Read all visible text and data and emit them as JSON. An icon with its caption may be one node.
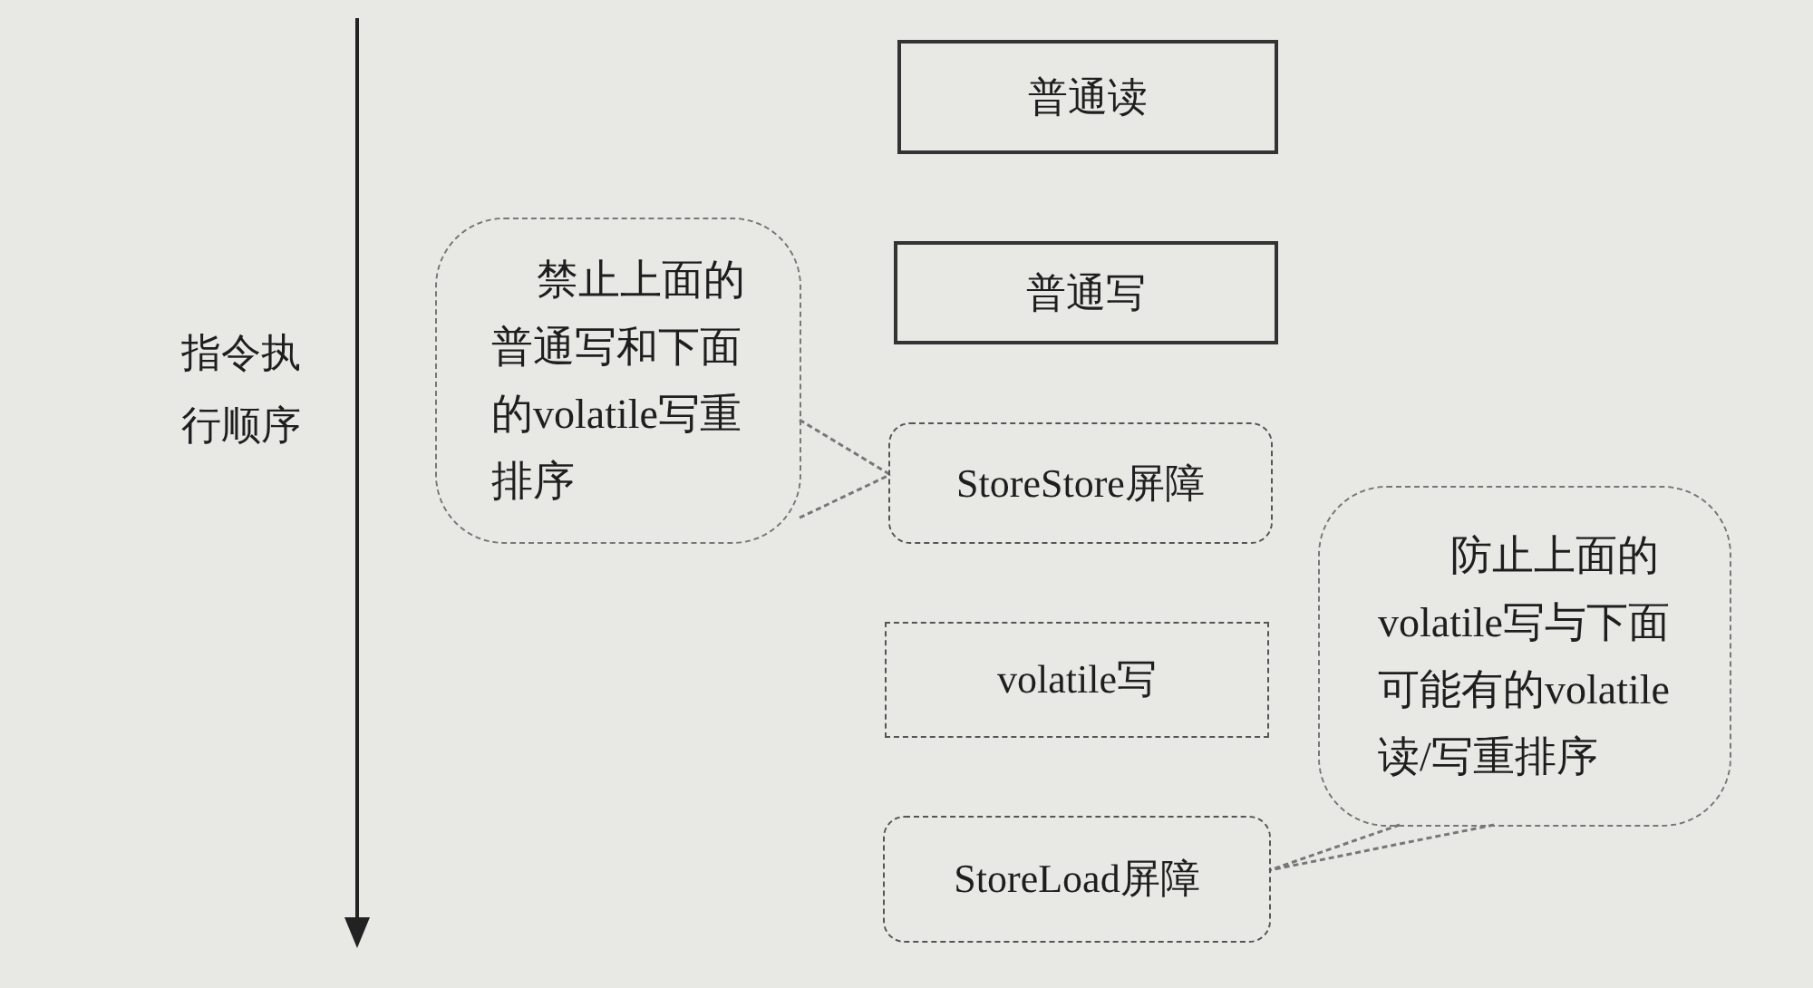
{
  "diagram": {
    "nodes": [
      {
        "text": [
          "普通读"
        ]
      },
      {
        "text": [
          "禁止上面的普通写和下面的volatile写重排序"
        ]
      },
      {
        "text": [
          "普通写"
        ]
      },
      {
        "text": [
          "StoreStore屏障"
        ]
      },
      {
        "text": [
          "防止上面的volatile写与下面可能有的volatile读/写重排序"
        ]
      },
      {
        "text": [
          "volatile写"
        ]
      },
      {
        "text": [
          "StoreLoad屏障"
        ]
      }
    ],
    "edges": [
      {
        "from": 1,
        "to": 3,
        "arrow": "none"
      },
      {
        "from": 4,
        "to": 6,
        "arrow": "none"
      }
    ],
    "labels": [
      "指令执行顺序"
    ]
  }
}
